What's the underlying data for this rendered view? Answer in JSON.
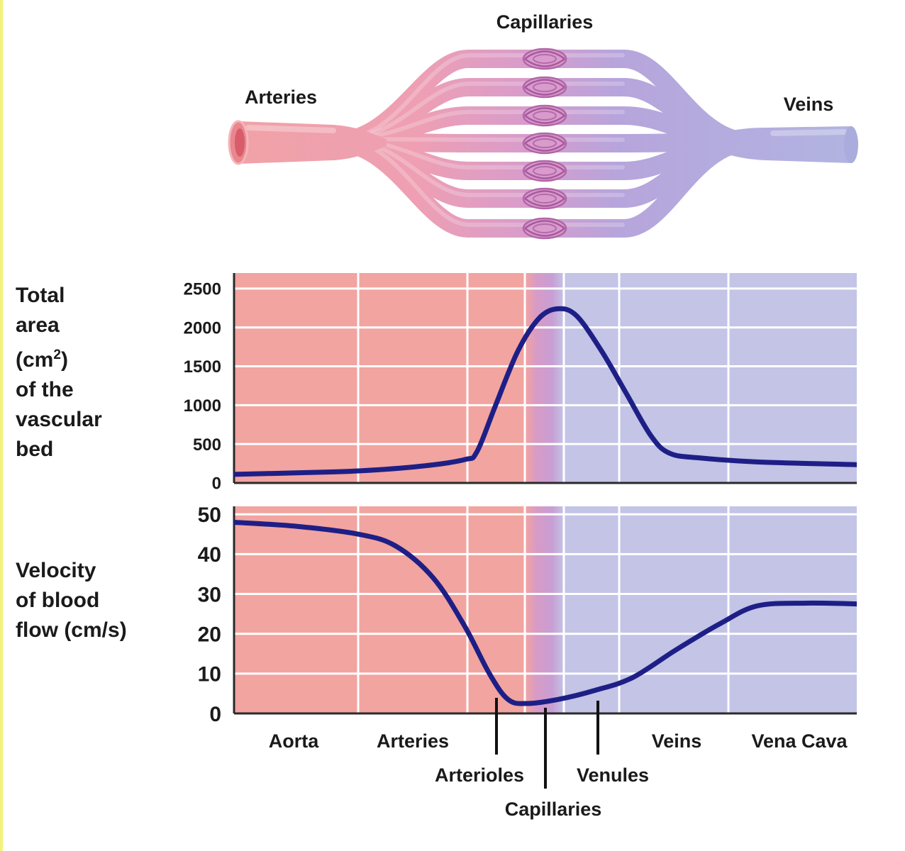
{
  "diagram": {
    "labels": {
      "arteries": "Arteries",
      "capillaries": "Capillaries",
      "veins": "Veins"
    }
  },
  "area_axis_title": [
    "Total",
    "area",
    "(cm",
    "2",
    ")",
    "of the",
    "vascular",
    "bed"
  ],
  "velocity_axis_title": [
    "Velocity",
    "of blood",
    "flow (cm/s)"
  ],
  "segments": [
    "Aorta",
    "Arteries",
    "Arterioles",
    "Capillaries",
    "Venules",
    "Veins",
    "Vena Cava"
  ],
  "colors": {
    "arterial": "#f2a4a0",
    "venous": "#c3c4e6",
    "capillary": "#cf9ccf",
    "curve": "#1e1f86",
    "grid": "#ffffff"
  },
  "chart_data": [
    {
      "type": "line",
      "ylabel": "Total area (cm2) of the vascular bed",
      "ylim": [
        0,
        2700
      ],
      "yticks": [
        0,
        500,
        1000,
        1500,
        2000,
        2500
      ],
      "x_categories": [
        "Aorta",
        "Arteries",
        "Arterioles",
        "Capillaries",
        "Venules",
        "Veins",
        "Vena Cava"
      ],
      "x_positions": {
        "Aorta": 0.5,
        "Arteries": 1.5,
        "Arterioles": 2.2,
        "Capillaries": 2.6,
        "Venules": 3.0,
        "Veins": 3.6,
        "Vena Cava": 4.6
      },
      "series": [
        {
          "values": [
            [
              0,
              110
            ],
            [
              0.5,
              130
            ],
            [
              1.0,
              155
            ],
            [
              1.5,
              215
            ],
            [
              1.85,
              300
            ],
            [
              1.95,
              400
            ],
            [
              2.1,
              1000
            ],
            [
              2.28,
              1700
            ],
            [
              2.45,
              2120
            ],
            [
              2.6,
              2240
            ],
            [
              2.75,
              2150
            ],
            [
              2.95,
              1700
            ],
            [
              3.15,
              1150
            ],
            [
              3.35,
              600
            ],
            [
              3.5,
              380
            ],
            [
              3.75,
              320
            ],
            [
              4.2,
              270
            ],
            [
              5.0,
              235
            ]
          ]
        }
      ]
    },
    {
      "type": "line",
      "ylabel": "Velocity of blood flow (cm/s)",
      "ylim": [
        0,
        52
      ],
      "yticks": [
        0,
        10,
        20,
        30,
        40,
        50
      ],
      "x_categories": [
        "Aorta",
        "Arteries",
        "Arterioles",
        "Capillaries",
        "Venules",
        "Veins",
        "Vena Cava"
      ],
      "series": [
        {
          "values": [
            [
              0,
              48
            ],
            [
              0.5,
              47
            ],
            [
              1.0,
              45
            ],
            [
              1.3,
              42
            ],
            [
              1.6,
              34
            ],
            [
              1.85,
              22
            ],
            [
              2.05,
              10
            ],
            [
              2.2,
              3.5
            ],
            [
              2.35,
              2.5
            ],
            [
              2.6,
              3.5
            ],
            [
              2.9,
              5.8
            ],
            [
              3.2,
              9
            ],
            [
              3.55,
              16
            ],
            [
              3.9,
              22.5
            ],
            [
              4.2,
              27
            ],
            [
              4.6,
              27.7
            ],
            [
              5.0,
              27.5
            ]
          ]
        }
      ]
    }
  ]
}
